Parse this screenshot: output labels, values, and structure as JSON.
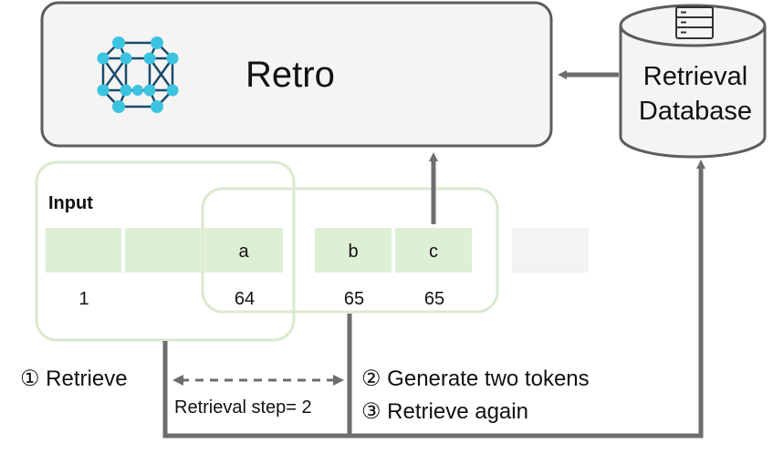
{
  "model": {
    "title": "Retro",
    "icon": "retro-network-icon"
  },
  "database": {
    "label_line1": "Retrieval",
    "label_line2": "Database",
    "icon": "server-icon"
  },
  "input": {
    "title": "Input",
    "tokens": [
      "",
      "",
      "a",
      "b",
      "c",
      ""
    ],
    "positions": [
      "1",
      "64",
      "65",
      "65"
    ]
  },
  "steps": {
    "step1": "① Retrieve",
    "step2": "② Generate two tokens",
    "step3": "③ Retrieve again",
    "retrieval_step": "Retrieval step= 2"
  },
  "colors": {
    "token_fill": "#ddefd5",
    "token_empty": "#f3f3f3",
    "window_stroke": "#dbe9cf",
    "box_fill": "#f4f4f4",
    "box_stroke": "#5d5d5d",
    "arrow": "#6e6e6e",
    "node_fill": "#3cc3e0",
    "node_edge": "#1a4a6a"
  }
}
